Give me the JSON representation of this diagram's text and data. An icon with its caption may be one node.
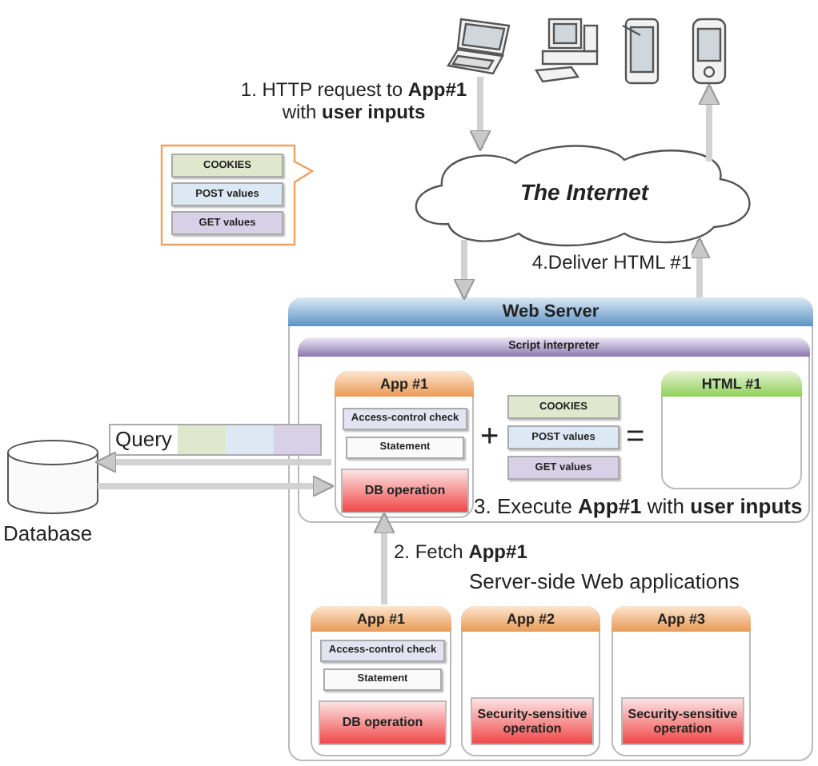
{
  "diagram": {
    "nodes": [
      {
        "text": [],
        "shape": "laptop"
      },
      {
        "text": [],
        "shape": "computer"
      },
      {
        "text": [],
        "shape": "tablet"
      },
      {
        "text": [],
        "shape": "phone"
      },
      {
        "text": [],
        "shape": "callout"
      },
      {
        "text": [
          "COOKIES"
        ],
        "in": 4
      },
      {
        "text": [
          "POST values"
        ],
        "in": 4
      },
      {
        "text": [
          "GET values"
        ],
        "in": 4
      },
      {
        "text": [
          "The Internet"
        ]
      },
      {
        "text": [
          "Web Server"
        ]
      },
      {
        "text": [
          "Script interpreter"
        ],
        "in": 9
      },
      {
        "text": [
          "App #1"
        ],
        "in": 10
      },
      {
        "text": [
          "Access-control check"
        ],
        "in": 11
      },
      {
        "text": [
          "Statement"
        ],
        "in": 11
      },
      {
        "text": [
          "DB operation"
        ],
        "in": 11
      },
      {
        "text": [
          "COOKIES"
        ],
        "in": 10
      },
      {
        "text": [
          "POST values"
        ],
        "in": 10
      },
      {
        "text": [
          "GET values"
        ],
        "in": 10
      },
      {
        "text": [
          "HTML #1"
        ],
        "in": 10
      },
      {
        "text": [
          "Query"
        ]
      },
      {
        "text": [
          "Database"
        ]
      },
      {
        "text": [
          "App #1"
        ],
        "in": 9
      },
      {
        "text": [
          "Access-control check"
        ],
        "in": 21
      },
      {
        "text": [
          "Statement"
        ],
        "in": 21
      },
      {
        "text": [
          "DB operation"
        ],
        "in": 21
      },
      {
        "text": [
          "App #2"
        ],
        "in": 9
      },
      {
        "text": [
          "Security-sensitive operation"
        ],
        "in": 25
      },
      {
        "text": [
          "App #3"
        ],
        "in": 9
      },
      {
        "text": [
          "Security-sensitive operation"
        ],
        "in": 27
      }
    ],
    "edges": [
      {
        "from": 0,
        "to": 8,
        "arrow": "to",
        "label": "1. HTTP request to **App#1** with **user inputs**"
      },
      {
        "from": 8,
        "to": 9,
        "arrow": "to"
      },
      {
        "from": 9,
        "to": 8,
        "arrow": "to",
        "label": "4.Deliver HTML #1"
      },
      {
        "from": 8,
        "to": 3,
        "arrow": "to"
      },
      {
        "from": 11,
        "to": 20,
        "arrow": "to"
      },
      {
        "from": 20,
        "to": 11,
        "arrow": "to"
      },
      {
        "from": 21,
        "to": 11,
        "arrow": "to",
        "label": "2. Fetch **App#1**"
      }
    ],
    "labels": [
      "+",
      "=",
      "3. Execute **App#1** with **user inputs**",
      "Server-side Web applications"
    ]
  }
}
